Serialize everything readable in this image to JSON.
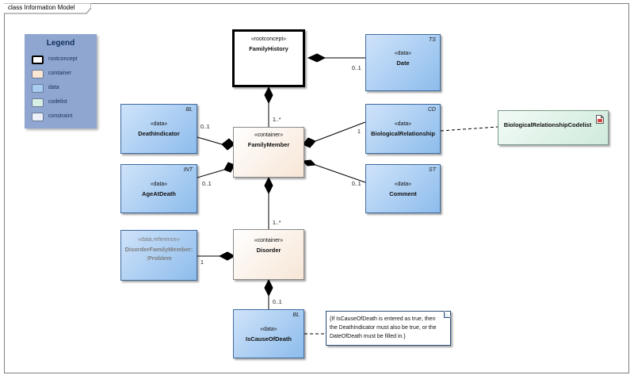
{
  "diagram": {
    "frame_title": "class Information Model",
    "legend": {
      "title": "Legend",
      "items": [
        {
          "label": "rootconcept",
          "color": "#ffffff",
          "border": "#000000"
        },
        {
          "label": "container",
          "color": "#fbe5d3",
          "border": "#6b7a9a"
        },
        {
          "label": "data",
          "color": "#a9cdf1",
          "border": "#6b7a9a"
        },
        {
          "label": "codelist",
          "color": "#d7efe2",
          "border": "#6b7a9a"
        },
        {
          "label": "constraint",
          "color": "#edf0f8",
          "border": "#6b7a9a"
        }
      ]
    },
    "boxes": {
      "family_history": {
        "stereotype": "«rootconcept»",
        "name": "FamilyHistory",
        "type": "",
        "kind": "rootconcept"
      },
      "date": {
        "stereotype": "«data»",
        "name": "Date",
        "type": "TS",
        "kind": "data"
      },
      "death_indicator": {
        "stereotype": "«data»",
        "name": "DeathIndicator",
        "type": "BL",
        "kind": "data"
      },
      "family_member": {
        "stereotype": "«container»",
        "name": "FamilyMember",
        "type": "",
        "kind": "container"
      },
      "biological_relationship": {
        "stereotype": "«data»",
        "name": "BiologicalRelationship",
        "type": "CD",
        "kind": "data"
      },
      "biological_relationship_codelist": {
        "stereotype": "",
        "name": "BiologicalRelationshipCodelist",
        "type": "",
        "kind": "codelist"
      },
      "age_at_death": {
        "stereotype": "«data»",
        "name": "AgeAtDeath",
        "type": "INT",
        "kind": "data"
      },
      "comment": {
        "stereotype": "«data»",
        "name": "Comment",
        "type": "ST",
        "kind": "data"
      },
      "disorder_ref": {
        "stereotype": "«data,reference»",
        "name": "DisorderFamilyMember::Problem",
        "name_line1": "DisorderFamilyMember:",
        "name_line2": ":Problem",
        "type": "",
        "kind": "data"
      },
      "disorder": {
        "stereotype": "«container»",
        "name": "Disorder",
        "type": "",
        "kind": "container"
      },
      "is_cause_of_death": {
        "stereotype": "«data»",
        "name": "IsCauseOfDeath",
        "type": "BL",
        "kind": "data"
      }
    },
    "note": "{If IsCauseOfDeath is entered as true, then the DeathIndicator must also be true, or the DateOfDeath must be filled in.}",
    "multiplicities": {
      "date": "0..1",
      "family_member": "1..*",
      "death_indicator": "0..1",
      "biological_relationship": "1",
      "age_at_death": "0..1",
      "comment": "0..1",
      "disorder": "1..*",
      "disorder_ref": "1",
      "is_cause_of_death": "0..1"
    }
  }
}
